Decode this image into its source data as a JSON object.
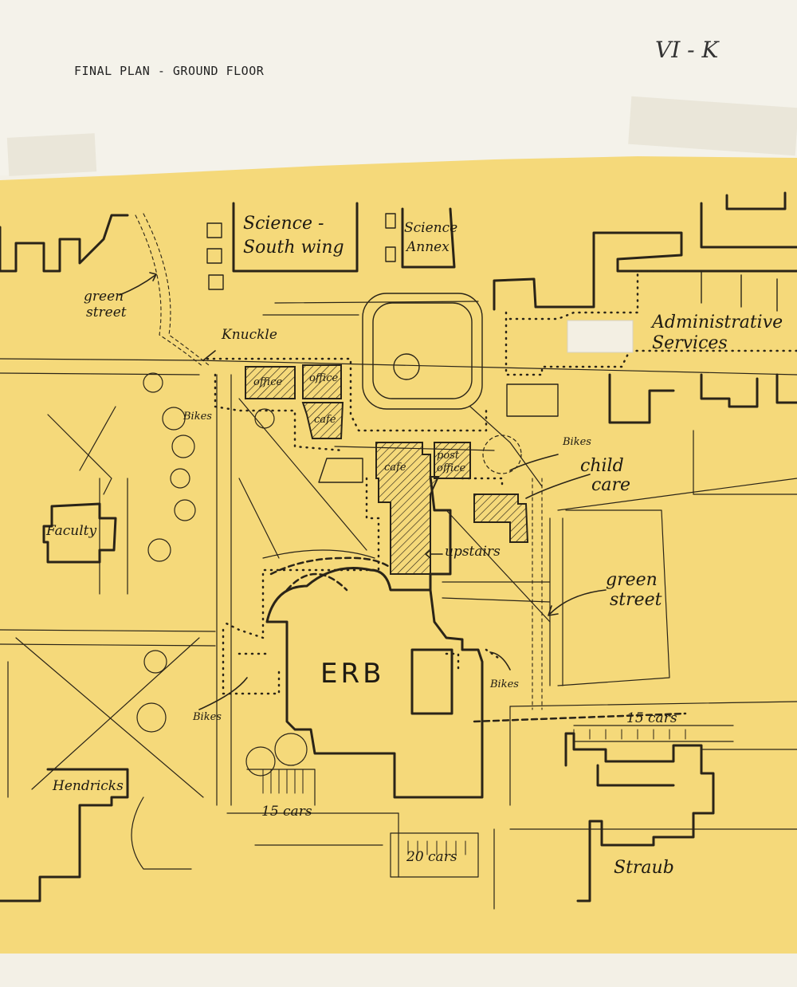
{
  "header": {
    "title": "FINAL PLAN - GROUND FLOOR",
    "code": "VI - K"
  },
  "labels": {
    "science_south_1": "Science -",
    "science_south_2": "South wing",
    "science_annex_1": "Science",
    "science_annex_2": "Annex",
    "green_street_left_1": "green",
    "green_street_left_2": "street",
    "knuckle": "Knuckle",
    "admin_1": "Administrative",
    "admin_2": "Services",
    "bikes_a": "Bikes",
    "bikes_b": "Bikes",
    "bikes_c": "Bikes",
    "bikes_d": "Bikes",
    "child_care_1": "child",
    "child_care_2": "care",
    "faculty": "Faculty",
    "upstairs": "upstairs",
    "green_street_right_1": "green",
    "green_street_right_2": "street",
    "erb": "ERB",
    "cars_15_right": "15 cars",
    "cars_15_left": "15 cars",
    "cars_20": "20 cars",
    "hendricks": "Hendricks",
    "straub": "Straub",
    "office_1": "office",
    "office_2": "office",
    "cafe_1": "cafe",
    "cafe_2": "cafe",
    "post_office_1": "post",
    "post_office_2": "office"
  },
  "colors": {
    "paper": "#f3f0e6",
    "tracing": "#f5d97a",
    "ink": "#1e1a12"
  }
}
